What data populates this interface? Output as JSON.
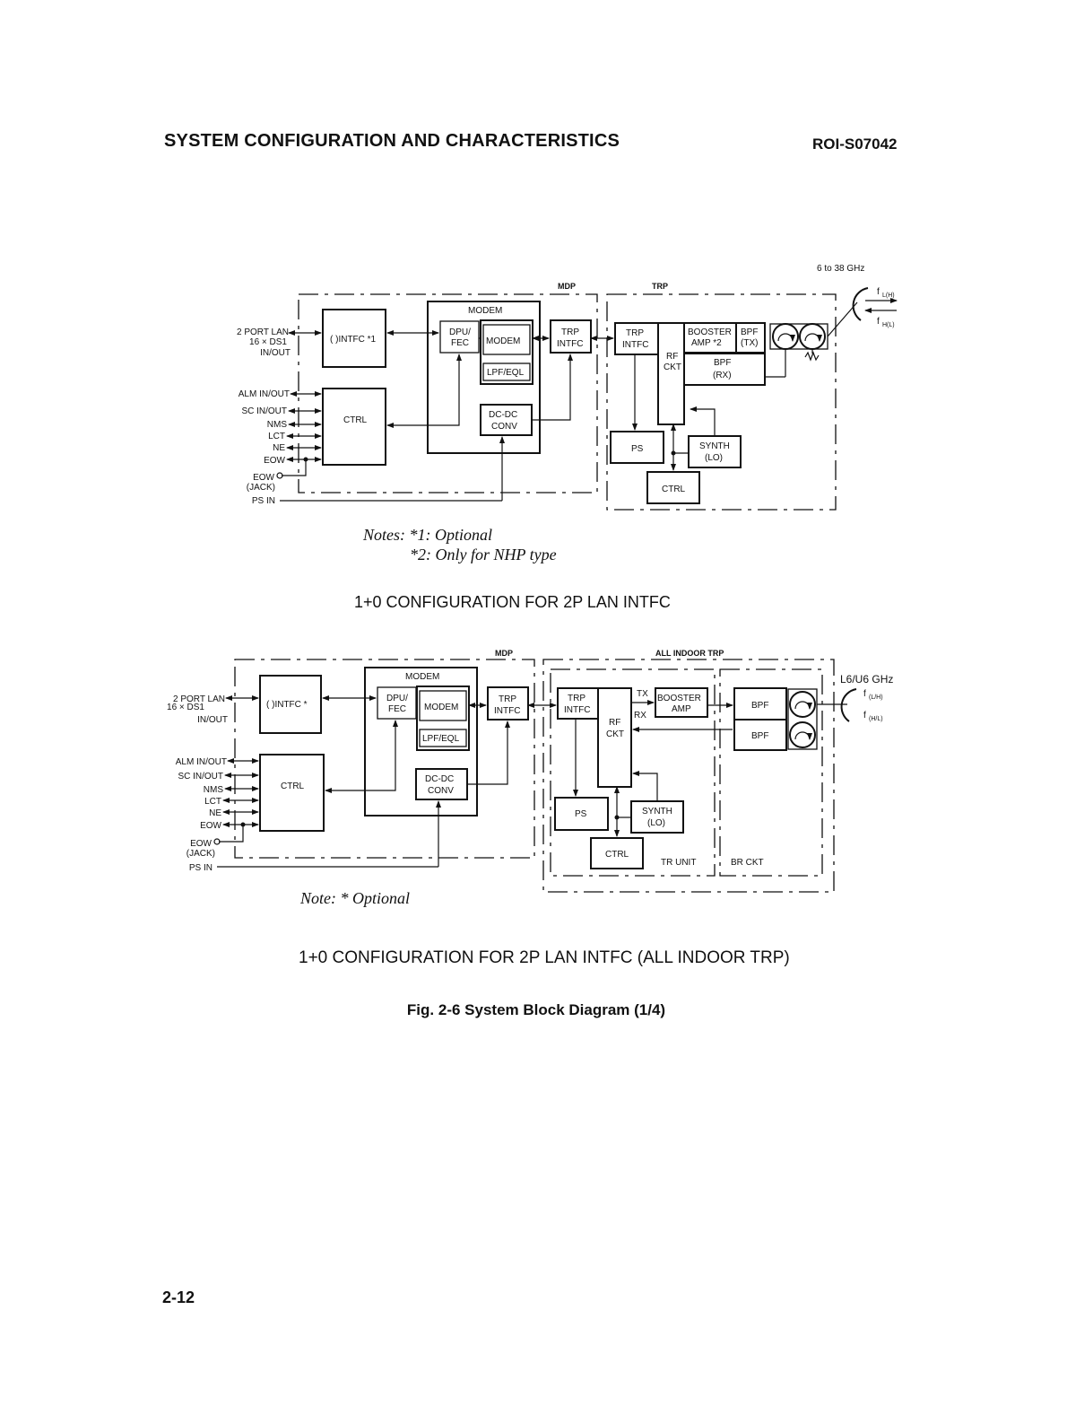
{
  "header": {
    "title": "SYSTEM CONFIGURATION AND CHARACTERISTICS",
    "doc_id": "ROI-S07042"
  },
  "footer": {
    "page_number": "2-12"
  },
  "figure_caption": "Fig. 2-6  System Block Diagram (1/4)",
  "diagram1": {
    "caption": "1+0 CONFIGURATION FOR 2P LAN INTFC",
    "notes": [
      "Notes: *1: Optional",
      "*2: Only for NHP type"
    ],
    "freq": "6 to 38 GHz",
    "f_top": "f",
    "f_top_sub": "L(H)",
    "f_bot": "f",
    "f_bot_sub": "H(L)",
    "groups": {
      "mdp": "MDP",
      "trp": "TRP"
    },
    "interface_labels": {
      "lan1": "2 PORT LAN",
      "lan2": "16 × DS1",
      "lan3": "IN/OUT",
      "alm": "ALM IN/OUT",
      "sc": "SC IN/OUT",
      "nms": "NMS",
      "lct": "LCT",
      "ne": "NE",
      "eow": "EOW",
      "eow_jack1": "EOW",
      "eow_jack2": "(JACK)",
      "ps_in": "PS IN"
    },
    "blocks": {
      "intfc": "( )INTFC *1",
      "ctrl": "CTRL",
      "modem_group": "MODEM",
      "dpu1": "DPU/",
      "dpu2": "FEC",
      "modem": "MODEM",
      "lpf": "LPF/EQL",
      "dcdc1": "DC-DC",
      "dcdc2": "CONV",
      "trp_intfc_mdp1": "TRP",
      "trp_intfc_mdp2": "INTFC",
      "trp_intfc1": "TRP",
      "trp_intfc2": "INTFC",
      "rfckt1": "RF",
      "rfckt2": "CKT",
      "booster1": "BOOSTER",
      "booster2": "AMP *2",
      "bpf_tx1": "BPF",
      "bpf_tx2": "(TX)",
      "bpf_rx1": "BPF",
      "bpf_rx2": "(RX)",
      "ps": "PS",
      "synth1": "SYNTH",
      "synth2": "(LO)",
      "ctrl_trp": "CTRL"
    }
  },
  "diagram2": {
    "caption": "1+0 CONFIGURATION FOR 2P LAN INTFC (ALL INDOOR TRP)",
    "note": "Note: * Optional",
    "freq": "L6/U6 GHz",
    "f_top": "f",
    "f_top_sub": "(L/H)",
    "f_bot": "f",
    "f_bot_sub": "(H/L)",
    "groups": {
      "mdp": "MDP",
      "trp": "ALL INDOOR TRP",
      "tr_unit": "TR UNIT",
      "br_ckt": "BR CKT"
    },
    "interface_labels": {
      "lan1": "2 PORT LAN",
      "lan2": "16 × DS1",
      "lan3": "IN/OUT",
      "alm": "ALM IN/OUT",
      "sc": "SC IN/OUT",
      "nms": "NMS",
      "lct": "LCT",
      "ne": "NE",
      "eow": "EOW",
      "eow_jack1": "EOW",
      "eow_jack2": "(JACK)",
      "ps_in": "PS IN"
    },
    "blocks": {
      "intfc": "( )INTFC *",
      "ctrl": "CTRL",
      "modem_group": "MODEM",
      "dpu1": "DPU/",
      "dpu2": "FEC",
      "modem": "MODEM",
      "lpf": "LPF/EQL",
      "dcdc1": "DC-DC",
      "dcdc2": "CONV",
      "trp_intfc_mdp1": "TRP",
      "trp_intfc_mdp2": "INTFC",
      "trp_intfc1": "TRP",
      "trp_intfc2": "INTFC",
      "rfckt1": "RF",
      "rfckt2": "CKT",
      "tx": "TX",
      "rx": "RX",
      "booster1": "BOOSTER",
      "booster2": "AMP",
      "bpf1": "BPF",
      "bpf2": "BPF",
      "ps": "PS",
      "synth1": "SYNTH",
      "synth2": "(LO)",
      "ctrl_trp": "CTRL"
    }
  }
}
